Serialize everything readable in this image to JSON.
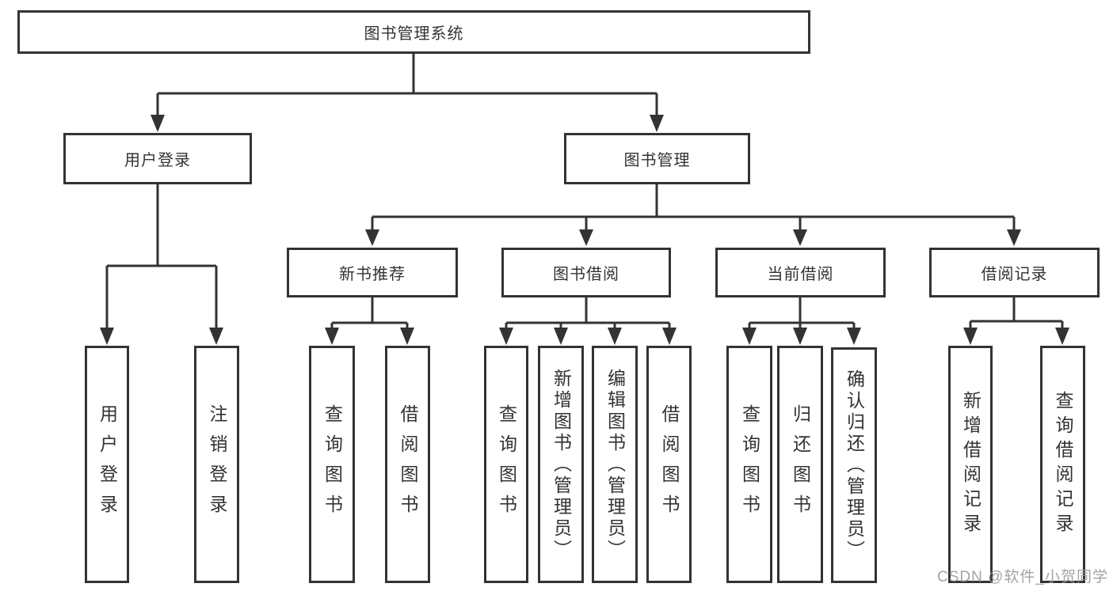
{
  "colors": {
    "border": "#333333",
    "line": "#333333",
    "text": "#333333",
    "watermark": "#9c9c9c",
    "background": "#ffffff"
  },
  "watermark": "CSDN @软件_小贺同学",
  "tree": {
    "root": {
      "label": "图书管理系统",
      "children": [
        {
          "label": "用户登录",
          "children": [
            {
              "label": "用户登录"
            },
            {
              "label": "注销登录"
            }
          ]
        },
        {
          "label": "图书管理",
          "children": [
            {
              "label": "新书推荐",
              "children": [
                {
                  "label": "查询图书"
                },
                {
                  "label": "借阅图书"
                }
              ]
            },
            {
              "label": "图书借阅",
              "children": [
                {
                  "label": "查询图书"
                },
                {
                  "label": "新增图书（管理员）"
                },
                {
                  "label": "编辑图书（管理员）"
                },
                {
                  "label": "借阅图书"
                }
              ]
            },
            {
              "label": "当前借阅",
              "children": [
                {
                  "label": "查询图书"
                },
                {
                  "label": "归还图书"
                },
                {
                  "label": "确认归还（管理员）"
                }
              ]
            },
            {
              "label": "借阅记录",
              "children": [
                {
                  "label": "新增借阅记录"
                },
                {
                  "label": "查询借阅记录"
                }
              ]
            }
          ]
        }
      ]
    }
  }
}
